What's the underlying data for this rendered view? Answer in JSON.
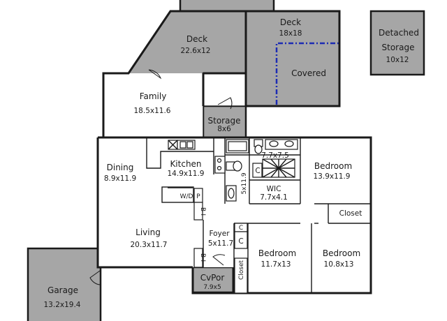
{
  "rooms": {
    "deck_left": {
      "name": "Deck",
      "size": "22.6x12"
    },
    "deck_right": {
      "name": "Deck",
      "size": "18x18"
    },
    "covered": {
      "name": "Covered"
    },
    "detached_storage": {
      "name_line1": "Detached",
      "name_line2": "Storage",
      "size": "10x12"
    },
    "family": {
      "name": "Family",
      "size": "18.5x11.6"
    },
    "storage": {
      "name": "Storage",
      "size": "8x6"
    },
    "dining": {
      "name": "Dining",
      "size": "8.9x11.9"
    },
    "kitchen": {
      "name": "Kitchen",
      "size": "14.9x11.9"
    },
    "bath_size": {
      "size": "5x11.9"
    },
    "master_bath": {
      "size": "7.7x7.5"
    },
    "wic": {
      "name": "WIC",
      "size": "7.7x4.1"
    },
    "bedroom1": {
      "name": "Bedroom",
      "size": "13.9x11.9"
    },
    "closet_right": {
      "name": "Closet"
    },
    "living": {
      "name": "Living",
      "size": "20.3x11.7"
    },
    "foyer": {
      "name": "Foyer",
      "size": "5x11.7"
    },
    "bedroom2": {
      "name": "Bedroom",
      "size": "11.7x13"
    },
    "bedroom3": {
      "name": "Bedroom",
      "size": "10.8x13"
    },
    "closet_left": {
      "name": "Closet"
    },
    "cvpor": {
      "name": "CvPor",
      "size": "7.9x5"
    },
    "garage": {
      "name": "Garage",
      "size": "13.2x19.4"
    }
  },
  "fixtures": {
    "wd": "W/D",
    "pantry": "P",
    "builtin_1": "B-I",
    "builtin_2": "B-I",
    "closet_c1": "C",
    "closet_c2": "C",
    "closet_c3": "C"
  },
  "colors": {
    "wall": "#1a1a1a",
    "exterior_fill": "#a6a6a6",
    "covered_line": "#1c2bb3"
  }
}
